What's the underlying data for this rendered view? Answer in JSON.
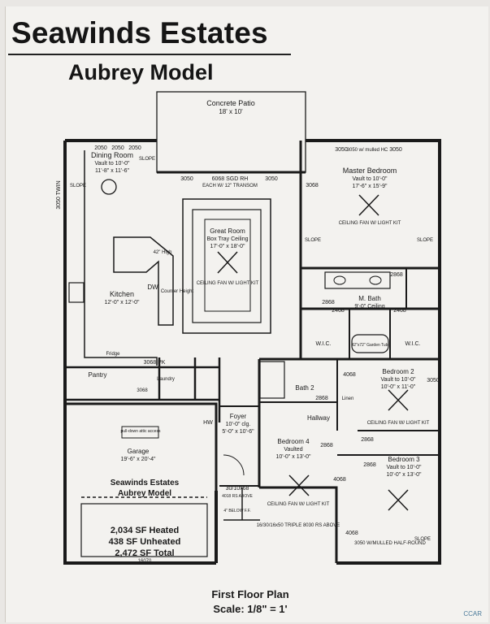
{
  "header": {
    "title": "Seawinds Estates",
    "subtitle": "Aubrey Model"
  },
  "rooms": {
    "patio": {
      "name": "Concrete Patio",
      "dims": "18' x 10'"
    },
    "dining": {
      "name": "Dining Room",
      "line2": "Vault to 10'-0\"",
      "dims": "11'-8\" x 11'-6\""
    },
    "great": {
      "name": "Great Room",
      "line2": "Box Tray Ceiling",
      "dims": "17'-0\" x 18'-0\""
    },
    "master": {
      "name": "Master Bedroom",
      "line2": "Vault to 10'-0\"",
      "dims": "17'-6\" x 15'-9\""
    },
    "kitchen": {
      "name": "Kitchen",
      "dims": "12'-0\" x 12'-0\""
    },
    "mbath": {
      "name": "M. Bath",
      "line2": "9'-0\" Ceiling"
    },
    "pantry": {
      "name": "Pantry"
    },
    "laundry": {
      "name": "Laundry"
    },
    "bath2": {
      "name": "Bath 2"
    },
    "bed2": {
      "name": "Bedroom 2",
      "line2": "Vault to 10'-0\"",
      "dims": "10'-0\" x 11'-0\""
    },
    "hallway": {
      "name": "Hallway"
    },
    "foyer": {
      "name": "Foyer",
      "line2": "10'-0\" clg.",
      "dims": "5'-0\" x 10'-6\""
    },
    "bed4": {
      "name": "Bedroom 4",
      "line2": "Vaulted",
      "dims": "10'-0\" x 13'-0\""
    },
    "bed3": {
      "name": "Bedroom 3",
      "line2": "Vault to 10'-0\"",
      "dims": "10'-0\" x 13'-0\""
    },
    "garage": {
      "name": "Garage",
      "dims": "19'-6\" x 20'-4\""
    },
    "wic": "W.I.C.",
    "tub": "42\"x72\" Garden Tub"
  },
  "notes": {
    "n2050a": "2050",
    "n2050b": "2050",
    "n2050c": "2050",
    "n3050tw": "3050 TWIN",
    "n3050a": "3050",
    "sgd": "6068 SGD RH",
    "transom": "EACH W/ 12\" TRANSOM",
    "n3050b": "3050",
    "n3068a": "3068",
    "master_win_l": "3050",
    "master_win_m": "3050 w/ mulled HC",
    "master_win_r": "3050",
    "slope": "SLOPE",
    "fan_kit": "CEILING FAN W/ LIGHT KIT",
    "n42high": "42\" High",
    "counter": "Counter Height",
    "dw": "DW",
    "fridge": "Fridge",
    "n2868": "2868",
    "n2468": "2468",
    "n3068pk": "3068 PK",
    "n3068b": "3068",
    "n4068": "4068",
    "n3050c": "3050",
    "linen": "Linen",
    "hw": "HW",
    "pulldown": "pull-down attic access",
    "n3010x68": "30/10x68",
    "rsabove": "4018 RS ABOVE",
    "below": "4\" BELOW F.F.",
    "triple": "16/30/16x50 TRIPLE 8030 RS ABOVE",
    "mulled": "3050 W/MULLED HALF-ROUND",
    "model_line1": "Seawinds Estates",
    "model_line2": "Aubrey Model",
    "n16070": "16070"
  },
  "area_summary": {
    "heated": "2,034 SF Heated",
    "unheated": "438 SF Unheated",
    "total": "2,472 SF Total"
  },
  "footer": {
    "plan": "First Floor Plan",
    "scale": "Scale: 1/8\" = 1'"
  },
  "watermark": "CCAR",
  "colors": {
    "ink": "#1a1a1a",
    "paper": "#f3f2ef"
  }
}
